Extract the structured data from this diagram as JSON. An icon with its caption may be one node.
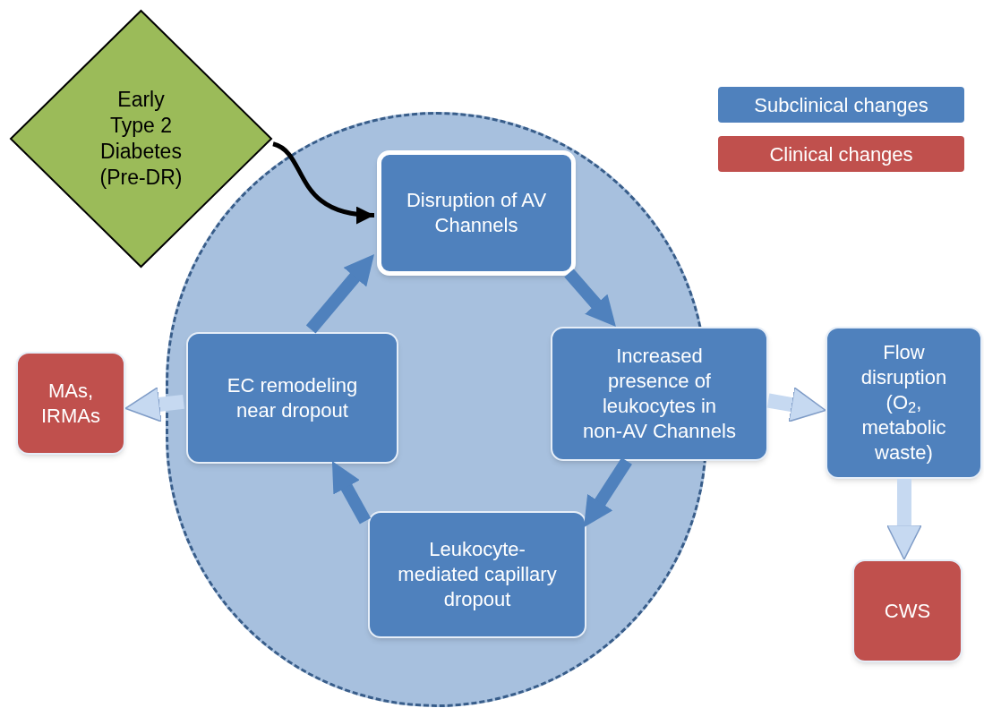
{
  "diagram": {
    "nodes": [
      {
        "text": [],
        "shape": "circle"
      },
      {
        "text": [
          "Early Type 2 Diabetes (Pre-DR)"
        ]
      },
      {
        "text": [
          "Disruption of AV Channels"
        ],
        "in": 0
      },
      {
        "text": [
          "Increased presence of leukocytes in non-AV Channels"
        ]
      },
      {
        "text": [
          "Leukocyte-mediated capillary dropout"
        ],
        "in": 0
      },
      {
        "text": [
          "EC remodeling near dropout"
        ],
        "in": 0
      },
      {
        "text": [
          "MAs, IRMAs"
        ]
      },
      {
        "text": [
          "Flow disruption (O$_{2}$, metabolic waste)"
        ]
      },
      {
        "text": [
          "CWS"
        ]
      }
    ],
    "edges": [
      {
        "from": 1,
        "to": 2,
        "arrow": "to",
        "color": "#000000"
      },
      {
        "from": 2,
        "to": 3,
        "arrow": "to"
      },
      {
        "from": 3,
        "to": 4,
        "arrow": "to"
      },
      {
        "from": 4,
        "to": 5,
        "arrow": "to"
      },
      {
        "from": 5,
        "to": 2,
        "arrow": "to"
      },
      {
        "from": 3,
        "to": 7,
        "arrow": "to",
        "color": "#c6d9f1"
      },
      {
        "from": 5,
        "to": 6,
        "arrow": "to",
        "color": "#c6d9f1"
      },
      {
        "from": 7,
        "to": 8,
        "arrow": "to",
        "color": "#c6d9f1"
      }
    ],
    "legend": [
      {
        "text": "Subclinical changes",
        "color": "#4f81bd"
      },
      {
        "text": "Clinical changes",
        "color": "#c0504d"
      }
    ]
  }
}
